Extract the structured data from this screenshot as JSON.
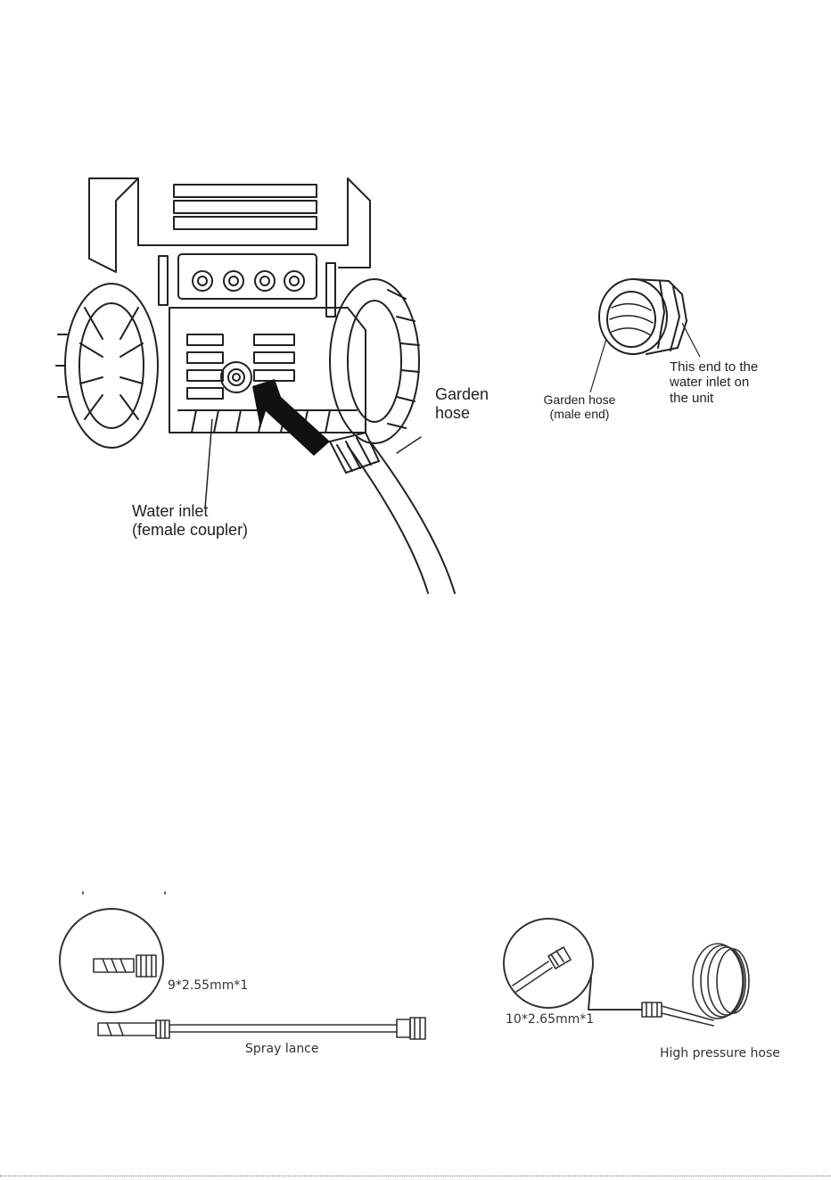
{
  "figure_top": {
    "water_inlet_label": [
      "Water inlet",
      "(female coupler)"
    ],
    "garden_hose_label": [
      "Garden",
      "hose"
    ],
    "connector": {
      "male_end_label": [
        "Garden hose",
        "(male end)"
      ],
      "unit_end_label": [
        "This end to the",
        "water inlet on",
        "the unit"
      ]
    }
  },
  "figure_bottom": {
    "spray_lance": {
      "spec": "9*2.55mm*1",
      "name": "Spray lance"
    },
    "high_pressure_hose": {
      "spec": "10*2.65mm*1",
      "name": "High pressure hose"
    }
  }
}
